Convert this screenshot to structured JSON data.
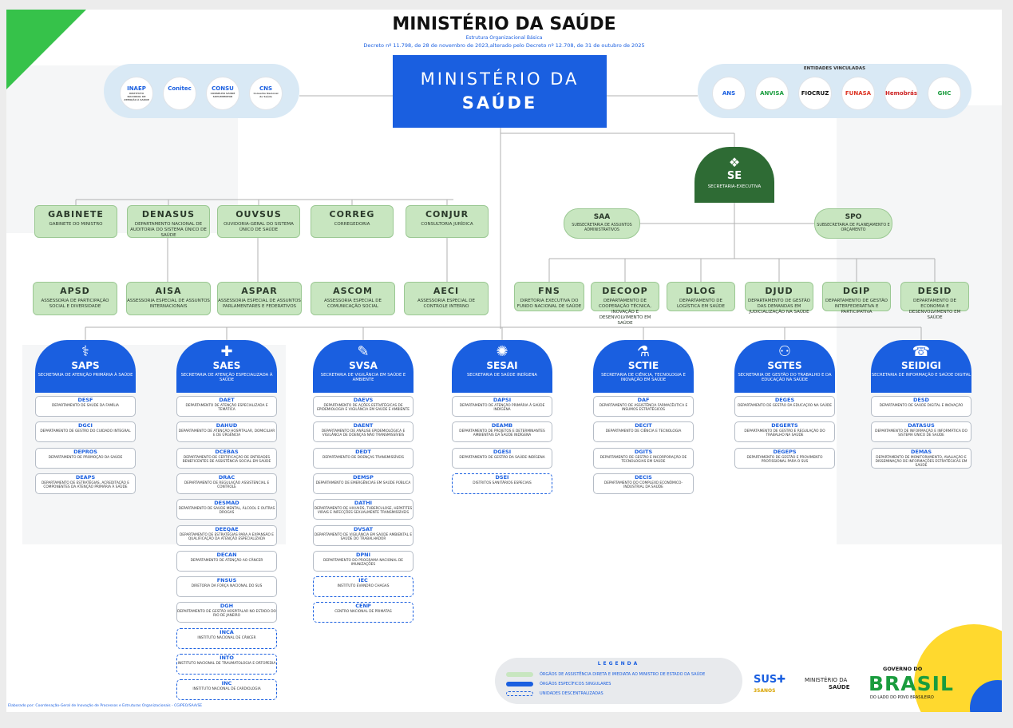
{
  "header": {
    "title": "MINISTÉRIO DA SAÚDE",
    "subtitle": "Estrutura Organizacional Básica",
    "decree": "Decreto nº 11.798, de 28 de novembro de 2023,alterado pelo Decreto nº 12.708, de 31 de outubro de 2025"
  },
  "main": {
    "line1": "MINISTÉRIO DA",
    "line2": "SAÚDE"
  },
  "left_logos": [
    {
      "label": "INAEP",
      "sub": "INSTITUTO NACIONAL DE ATENÇÃO À SAÚDE"
    },
    {
      "label": "Conitec"
    },
    {
      "label": "CONSU",
      "sub": "CONSELHO SAÚDE SUPLEMENTAR"
    },
    {
      "label": "CNS",
      "sub": "Conselho Nacional de Saúde"
    }
  ],
  "entidades": {
    "title": "ENTIDADES VINCULADAS",
    "items": [
      "ANS",
      "ANVISA",
      "FIOCRUZ",
      "FUNASA",
      "Hemobrás",
      "GHC"
    ]
  },
  "se": {
    "name": "SE",
    "desc": "SECRETARIA-EXECUTIVA"
  },
  "pills": [
    {
      "name": "SAA",
      "desc": "SUBSECRETARIA DE ASSUNTOS ADMINISTRATIVOS"
    },
    {
      "name": "SPO",
      "desc": "SUBSECRETARIA DE PLANEJAMENTO E ORÇAMENTO"
    }
  ],
  "top_units": [
    {
      "name": "GABINETE",
      "desc": "GABINETE DO MINISTRO"
    },
    {
      "name": "DENASUS",
      "desc": "DEPARTAMENTO NACIONAL DE AUDITORIA DO SISTEMA ÚNICO DE SAÚDE"
    },
    {
      "name": "OUVSUS",
      "desc": "OUVIDORIA-GERAL DO SISTEMA ÚNICO DE SAÚDE"
    },
    {
      "name": "CORREG",
      "desc": "CORREGEDORIA"
    },
    {
      "name": "CONJUR",
      "desc": "CONSULTORIA JURÍDICA"
    }
  ],
  "second_units": [
    {
      "name": "APSD",
      "desc": "ASSESSORIA DE PARTICIPAÇÃO SOCIAL E DIVERSIDADE"
    },
    {
      "name": "AISA",
      "desc": "ASSESSORIA ESPECIAL DE ASSUNTOS INTERNACIONAIS"
    },
    {
      "name": "ASPAR",
      "desc": "ASSESSORIA ESPECIAL DE ASSUNTOS PARLAMENTARES E FEDERATIVOS"
    },
    {
      "name": "ASCOM",
      "desc": "ASSESSORIA ESPECIAL DE COMUNICAÇÃO SOCIAL"
    },
    {
      "name": "AECI",
      "desc": "ASSESSORIA ESPECIAL DE CONTROLE INTERNO"
    }
  ],
  "se_units": [
    {
      "name": "FNS",
      "desc": "DIRETORIA EXECUTIVA DO FUNDO NACIONAL DE SAÚDE"
    },
    {
      "name": "DECOOP",
      "desc": "DEPARTAMENTO DE COOPERAÇÃO TÉCNICA, INOVAÇÃO E DESENVOLVIMENTO EM SAÚDE"
    },
    {
      "name": "DLOG",
      "desc": "DEPARTAMENTO DE LOGÍSTICA EM SAÚDE"
    },
    {
      "name": "DJUD",
      "desc": "DEPARTAMENTO DE GESTÃO DAS DEMANDAS EM JUDICIALIZAÇÃO NA SAÚDE"
    },
    {
      "name": "DGIP",
      "desc": "DEPARTAMENTO DE GESTÃO INTERFEDERATIVA E PARTICIPATIVA"
    },
    {
      "name": "DESID",
      "desc": "DEPARTAMENTO DE ECONOMIA E DESENVOLVIMENTO EM SAÚDE"
    }
  ],
  "secretarias": [
    {
      "name": "SAPS",
      "icon": "⚕",
      "desc": "SECRETARIA DE ATENÇÃO PRIMÁRIA À SAÚDE",
      "depts": [
        {
          "n": "DESF",
          "d": "DEPARTAMENTO DE SAÚDE DA FAMÍLIA"
        },
        {
          "n": "DGCI",
          "d": "DEPARTAMENTO DE GESTÃO DO CUIDADO INTEGRAL"
        },
        {
          "n": "DEPROS",
          "d": "DEPARTAMENTO DE PROMOÇÃO DA SAÚDE"
        },
        {
          "n": "DEAPS",
          "d": "DEPARTAMENTO DE ESTRATÉGIAS, ACREDITAÇÃO E COMPONENTES DA ATENÇÃO PRIMÁRIA À SAÚDE"
        }
      ]
    },
    {
      "name": "SAES",
      "icon": "✚",
      "desc": "SECRETARIA DE ATENÇÃO ESPECIALIZADA À SAÚDE",
      "depts": [
        {
          "n": "DAET",
          "d": "DEPARTAMENTO DE ATENÇÃO ESPECIALIZADA E TEMÁTICA"
        },
        {
          "n": "DAHUD",
          "d": "DEPARTAMENTO DE ATENÇÃO HOSPITALAR, DOMICILIAR E DE URGÊNCIA"
        },
        {
          "n": "DCEBAS",
          "d": "DEPARTAMENTO DE CERTIFICAÇÃO DE ENTIDADES BENEFICENTES DE ASSISTÊNCIA SOCIAL EM SAÚDE"
        },
        {
          "n": "DRAC",
          "d": "DEPARTAMENTO DE REGULAÇÃO ASSISTENCIAL E CONTROLE"
        },
        {
          "n": "DESMAD",
          "d": "DEPARTAMENTO DE SAÚDE MENTAL, ÁLCOOL E OUTRAS DROGAS"
        },
        {
          "n": "DEEQAE",
          "d": "DEPARTAMENTO DE ESTRATÉGIAS PARA A EXPANSÃO E QUALIFICAÇÃO DA ATENÇÃO ESPECIALIZADA"
        },
        {
          "n": "DECAN",
          "d": "DEPARTAMENTO DE ATENÇÃO AO CÂNCER"
        },
        {
          "n": "FNSUS",
          "d": "DIRETORIA DA FORÇA NACIONAL DO SUS"
        },
        {
          "n": "DGH",
          "d": "DEPARTAMENTO DE GESTÃO HOSPITALAR NO ESTADO DO RIO DE JANEIRO"
        },
        {
          "n": "INCA",
          "d": "INSTITUTO NACIONAL DE CÂNCER",
          "u": true
        },
        {
          "n": "INTO",
          "d": "INSTITUTO NACIONAL DE TRAUMATOLOGIA E ORTOPEDIA",
          "u": true
        },
        {
          "n": "INC",
          "d": "INSTITUTO NACIONAL DE CARDIOLOGIA",
          "u": true
        }
      ]
    },
    {
      "name": "SVSA",
      "icon": "✎",
      "desc": "SECRETARIA DE VIGILÂNCIA EM SAÚDE E AMBIENTE",
      "depts": [
        {
          "n": "DAEVS",
          "d": "DEPARTAMENTO DE AÇÕES ESTRATÉGICAS DE EPIDEMIOLOGIA E VIGILÂNCIA EM SAÚDE E AMBIENTE"
        },
        {
          "n": "DAENT",
          "d": "DEPARTAMENTO DE ANÁLISE EPIDEMIOLÓGICA E VIGILÂNCIA DE DOENÇAS NÃO TRANSMISSÍVEIS"
        },
        {
          "n": "DEDT",
          "d": "DEPARTAMENTO DE DOENÇAS TRANSMISSÍVEIS"
        },
        {
          "n": "DEMSP",
          "d": "DEPARTAMENTO DE EMERGÊNCIAS EM SAÚDE PÚBLICA"
        },
        {
          "n": "DATHI",
          "d": "DEPARTAMENTO DE HIV/AIDS, TUBERCULOSE, HEPATITES VIRAIS E INFECÇÕES SEXUALMENTE TRANSMISSÍVEIS"
        },
        {
          "n": "DVSAT",
          "d": "DEPARTAMENTO DE VIGILÂNCIA EM SAÚDE AMBIENTAL E SAÚDE DO TRABALHADOR"
        },
        {
          "n": "DPNI",
          "d": "DEPARTAMENTO DO PROGRAMA NACIONAL DE IMUNIZAÇÕES"
        },
        {
          "n": "IEC",
          "d": "INSTITUTO EVANDRO CHAGAS",
          "u": true
        },
        {
          "n": "CENP",
          "d": "CENTRO NACIONAL DE PRIMATAS",
          "u": true
        }
      ]
    },
    {
      "name": "SESAI",
      "icon": "✺",
      "desc": "SECRETARIA DE SAÚDE INDÍGENA",
      "depts": [
        {
          "n": "DAPSI",
          "d": "DEPARTAMENTO DE ATENÇÃO PRIMÁRIA À SAÚDE INDÍGENA"
        },
        {
          "n": "DEAMB",
          "d": "DEPARTAMENTO DE PROJETOS E DETERMINANTES AMBIENTAIS DA SAÚDE INDÍGENA"
        },
        {
          "n": "DGESI",
          "d": "DEPARTAMENTO DE GESTÃO DA SAÚDE INDÍGENA"
        },
        {
          "n": "DSEI",
          "d": "DISTRITOS SANITÁRIOS ESPECIAIS",
          "u": true
        }
      ]
    },
    {
      "name": "SCTIE",
      "icon": "⚗",
      "desc": "SECRETARIA DE CIÊNCIA, TECNOLOGIA E INOVAÇÃO EM SAÚDE",
      "depts": [
        {
          "n": "DAF",
          "d": "DEPARTAMENTO DE ASSISTÊNCIA FARMACÊUTICA E INSUMOS ESTRATÉGICOS"
        },
        {
          "n": "DECIT",
          "d": "DEPARTAMENTO DE CIÊNCIA E TECNOLOGIA"
        },
        {
          "n": "DGITS",
          "d": "DEPARTAMENTO DE GESTÃO E INCORPORAÇÃO DE TECNOLOGIAS EM SAÚDE"
        },
        {
          "n": "DECIS",
          "d": "DEPARTAMENTO DO COMPLEXO ECONÔMICO-INDUSTRIAL DA SAÚDE"
        }
      ]
    },
    {
      "name": "SGTES",
      "icon": "⚇",
      "desc": "SECRETARIA DE GESTÃO DO TRABALHO E DA EDUCAÇÃO NA SAÚDE",
      "depts": [
        {
          "n": "DEGES",
          "d": "DEPARTAMENTO DE GESTÃO DA EDUCAÇÃO NA SAÚDE"
        },
        {
          "n": "DEGERTS",
          "d": "DEPARTAMENTO DE GESTÃO E REGULAÇÃO DO TRABALHO NA SAÚDE"
        },
        {
          "n": "DEGEPS",
          "d": "DEPARTAMENTO DE GESTÃO E PROVIMENTO PROFISSIONAL PARA O SUS"
        }
      ]
    },
    {
      "name": "SEIDIGI",
      "icon": "☎",
      "desc": "SECRETARIA DE INFORMAÇÃO E SAÚDE DIGITAL",
      "depts": [
        {
          "n": "DESD",
          "d": "DEPARTAMENTO DE SAÚDE DIGITAL E INOVAÇÃO"
        },
        {
          "n": "DATASUS",
          "d": "DEPARTAMENTO DE INFORMAÇÃO E INFORMÁTICA DO SISTEMA ÚNICO DE SAÚDE"
        },
        {
          "n": "DEMAS",
          "d": "DEPARTAMENTO DE MONITORAMENTO, AVALIAÇÃO E DISSEMINAÇÃO DE INFORMAÇÕES ESTRATÉGICAS EM SAÚDE"
        }
      ]
    }
  ],
  "legend": {
    "title": "LEGENDA",
    "items": [
      "ÓRGÃOS DE ASSISTÊNCIA DIRETA E IMEDIATA AO MINISTRO DE ESTADO DA SAÚDE",
      "ÓRGÃOS ESPECÍFICOS SINGULARES",
      "UNIDADES DESCENTRALIZADAS"
    ]
  },
  "footer": {
    "credit": "Elaborado por: Coordenação-Geral de Inovação de Processos e Estruturas Organizacionais - CGIPEO/SAA/SE",
    "sus": "SUS",
    "sus_years": "35ANOS",
    "ministry_line1": "MINISTÉRIO DA",
    "ministry_line2": "SAÚDE",
    "gov_top": "GOVERNO DO",
    "gov_brasil": "BRASIL",
    "gov_bottom": "DO LADO DO POVO BRASILEIRO"
  },
  "colors": {
    "green_box": "#c8e6c0",
    "blue": "#1a5fe0",
    "dark_green": "#2e6b34"
  }
}
